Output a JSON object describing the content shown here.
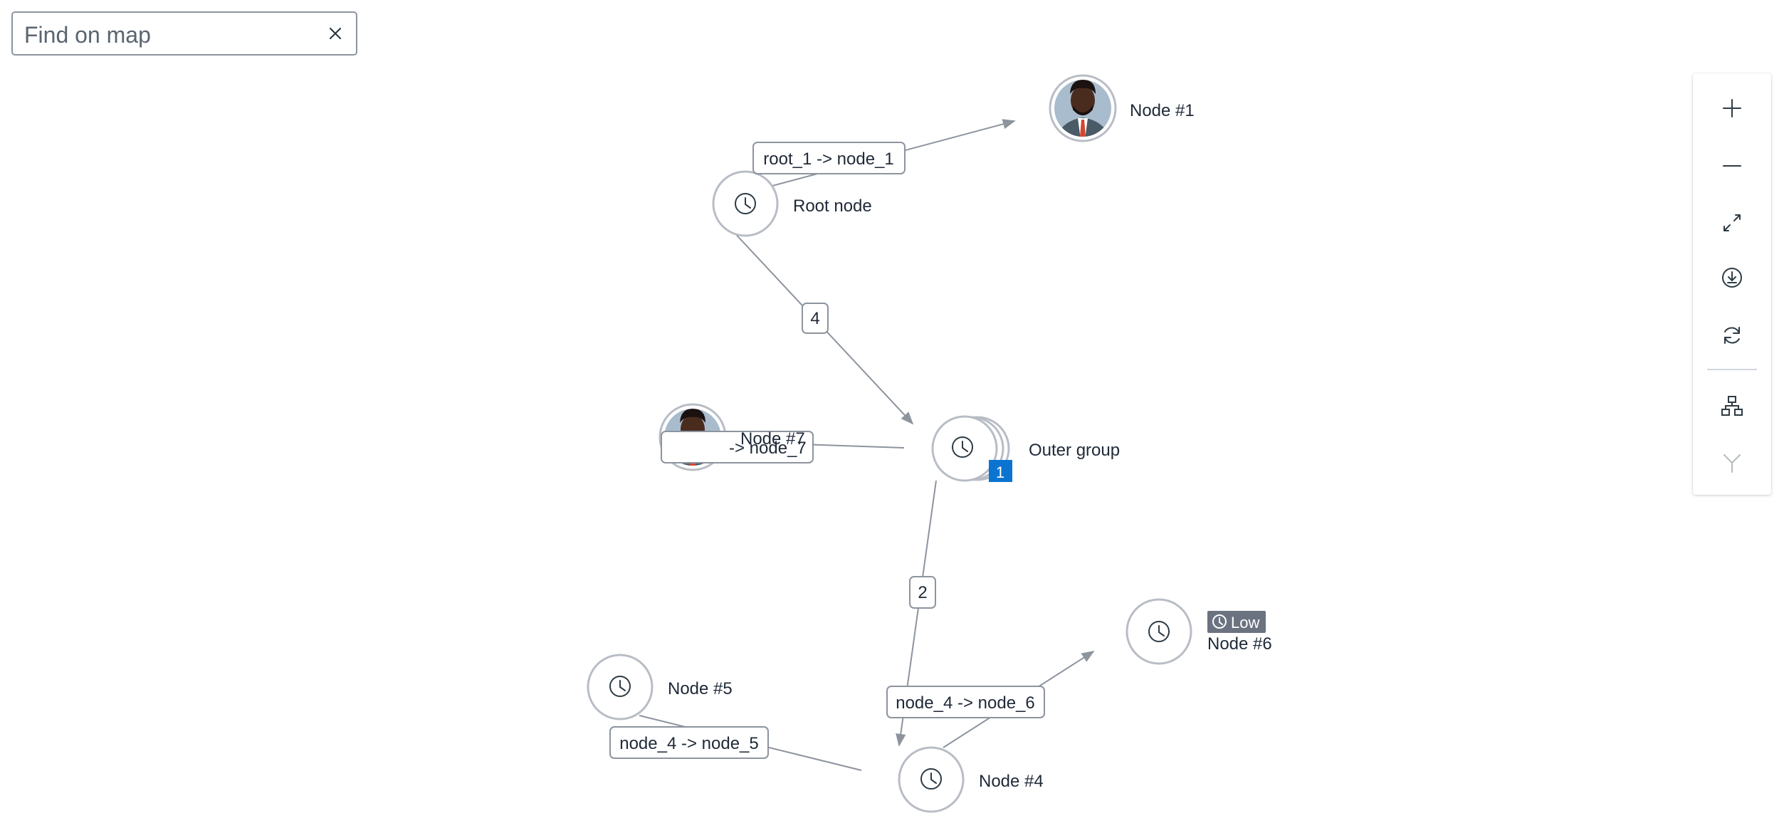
{
  "search": {
    "placeholder": "Find on map",
    "value": ""
  },
  "toolbar": {
    "buttons": [
      {
        "name": "zoom-in",
        "icon": "plus-icon"
      },
      {
        "name": "zoom-out",
        "icon": "minus-icon"
      },
      {
        "name": "fit-to-screen",
        "icon": "expand-icon"
      },
      {
        "name": "download",
        "icon": "download-icon"
      },
      {
        "name": "refresh",
        "icon": "refresh-icon"
      },
      {
        "name": "layout",
        "icon": "hierarchy-icon"
      },
      {
        "name": "merge",
        "icon": "fork-icon",
        "disabled": true
      }
    ]
  },
  "colors": {
    "edge": "#8d949e",
    "node_border": "#b8bdc5",
    "badge": "#0b74d0",
    "tag": "#6b7280"
  },
  "nodes": [
    {
      "id": "node_1",
      "label": "Node #1",
      "kind": "avatar"
    },
    {
      "id": "root_1",
      "label": "Root node",
      "kind": "clock"
    },
    {
      "id": "node_7",
      "label": "Node #7",
      "kind": "avatar"
    },
    {
      "id": "outer_group",
      "label": "Outer group",
      "kind": "group",
      "badge": "1"
    },
    {
      "id": "node_6",
      "label": "Node #6",
      "kind": "clock",
      "tag": "Low"
    },
    {
      "id": "node_5",
      "label": "Node #5",
      "kind": "clock"
    },
    {
      "id": "node_4",
      "label": "Node #4",
      "kind": "clock"
    }
  ],
  "edges": [
    {
      "id": "e1",
      "from": "root_1",
      "to": "node_1",
      "label": "root_1 -> node_1"
    },
    {
      "id": "e2",
      "from": "root_1",
      "to": "outer_group",
      "label": "4"
    },
    {
      "id": "e3",
      "from": "node_7",
      "to": "outer_group",
      "label": "-> node_7"
    },
    {
      "id": "e4",
      "from": "outer_group",
      "to": "node_4",
      "label": "2"
    },
    {
      "id": "e5",
      "from": "node_4",
      "to": "node_6",
      "label": "node_4 -> node_6"
    },
    {
      "id": "e6",
      "from": "node_4",
      "to": "node_5",
      "label": "node_4 -> node_5"
    }
  ]
}
